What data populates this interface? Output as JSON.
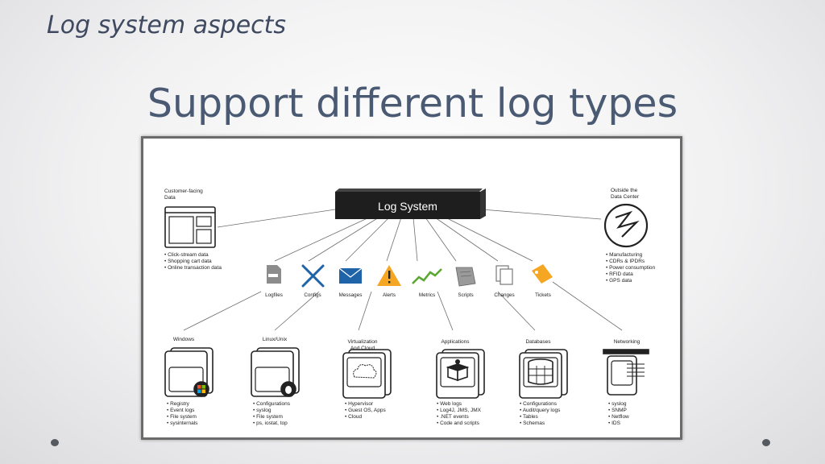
{
  "header": {
    "section_title": "Log system aspects",
    "slide_title": "Support different log types"
  },
  "diagram": {
    "hub_label": "Log System",
    "top_left": {
      "title_line1": "Customer-facing",
      "title_line2": "Data",
      "items": [
        "• Click-stream data",
        "• Shopping cart data",
        "• Online transaction data"
      ]
    },
    "top_right": {
      "title_line1": "Outside the",
      "title_line2": "Data Center",
      "items": [
        "• Manufacturing",
        "• CDRs & IPDRs",
        "• Power consumption",
        "• RFID data",
        "• GPS data"
      ]
    },
    "log_types": [
      {
        "label": "Logfiles",
        "icon": "logfile-icon"
      },
      {
        "label": "Configs",
        "icon": "tools-icon"
      },
      {
        "label": "Messages",
        "icon": "envelope-icon"
      },
      {
        "label": "Alerts",
        "icon": "warning-icon"
      },
      {
        "label": "Metrics",
        "icon": "trend-icon"
      },
      {
        "label": "Scripts",
        "icon": "scroll-icon"
      },
      {
        "label": "Changes",
        "icon": "documents-icon"
      },
      {
        "label": "Tickets",
        "icon": "tag-icon"
      }
    ],
    "sources": [
      {
        "title": "Windows",
        "items": [
          "• Registry",
          "• Event logs",
          "• File system",
          "• sysinternals"
        ]
      },
      {
        "title": "Linux/Unix",
        "items": [
          "• Configurations",
          "• syslog",
          "• File system",
          "• ps, iostat, top"
        ]
      },
      {
        "title_line1": "Virtualization",
        "title_line2": "And Cloud",
        "items": [
          "• Hypervisor",
          "• Guest OS, Apps",
          "• Cloud"
        ]
      },
      {
        "title": "Applications",
        "items": [
          "• Web logs",
          "• Log4J, JMS, JMX",
          "• .NET events",
          "• Code and scripts"
        ]
      },
      {
        "title": "Databases",
        "items": [
          "• Configurations",
          "• Audit/query logs",
          "• Tables",
          "• Schemas"
        ]
      },
      {
        "title": "Networking",
        "items": [
          "• syslog",
          "• SNMP",
          "• Netflow",
          "• IDS"
        ]
      }
    ],
    "accent_orange": "#f5a623",
    "accent_green": "#5aa832",
    "accent_blue": "#1f63a8"
  }
}
